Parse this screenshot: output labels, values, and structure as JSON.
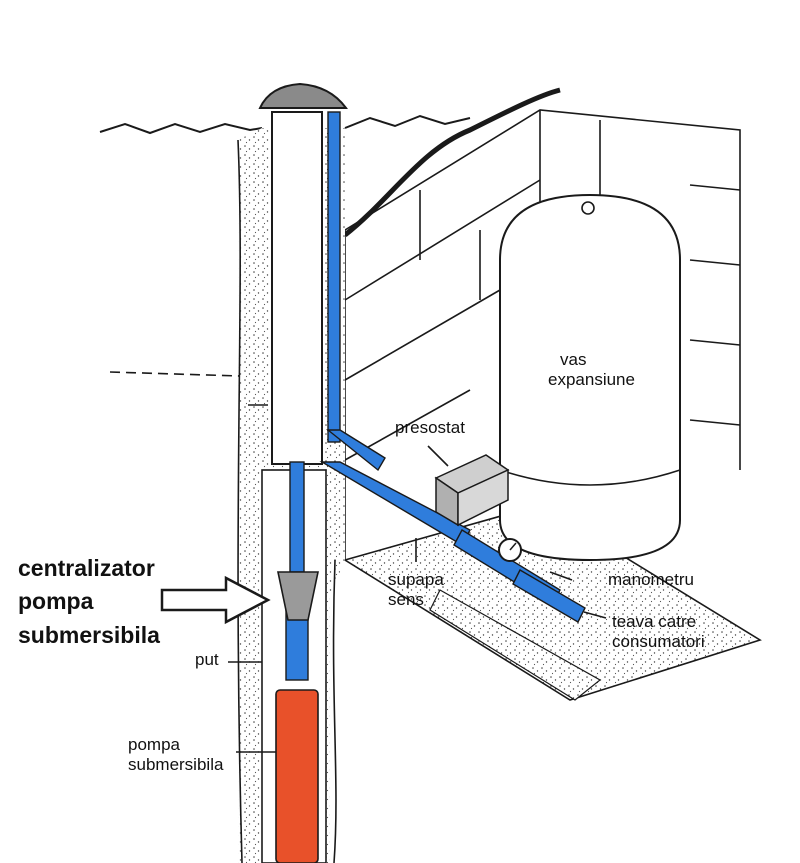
{
  "labels": {
    "vas": [
      "vas",
      "expansiune"
    ],
    "presostat": "presostat",
    "centralizator": [
      "centralizator",
      "pompa",
      "submersibila"
    ],
    "supapa": [
      "supapa",
      "sens"
    ],
    "manometru": "manometru",
    "teava": [
      "teava catre",
      "consumatori"
    ],
    "put": "put",
    "pompa": [
      "pompa",
      "submersibila"
    ]
  },
  "colors": {
    "pipe": "#2f7ddc",
    "pump": "#e8512a",
    "ink": "#1a1a1a",
    "casing": "#ffffff",
    "cap": "#8a8a8a"
  }
}
